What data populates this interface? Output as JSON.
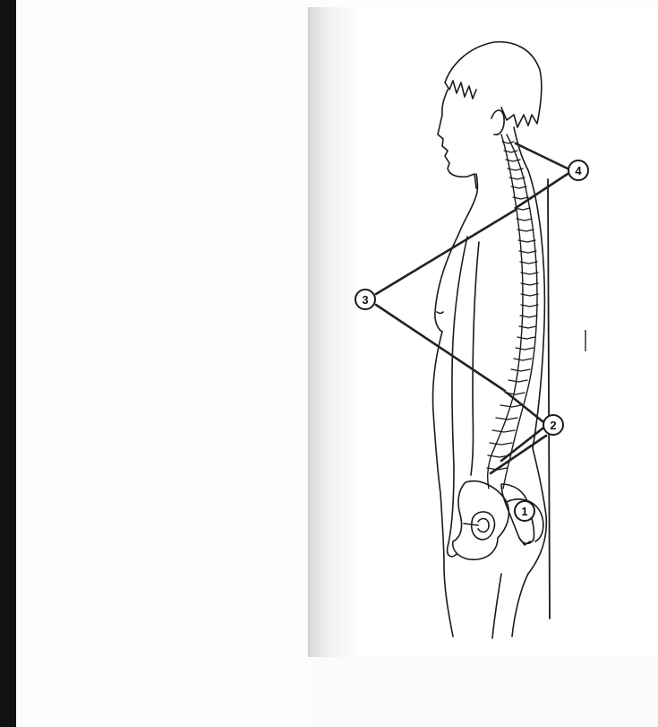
{
  "figure": {
    "labels": [
      {
        "id": "label-1",
        "text": "1"
      },
      {
        "id": "label-2",
        "text": "2"
      },
      {
        "id": "label-3",
        "text": "3"
      },
      {
        "id": "label-4",
        "text": "4"
      }
    ]
  }
}
